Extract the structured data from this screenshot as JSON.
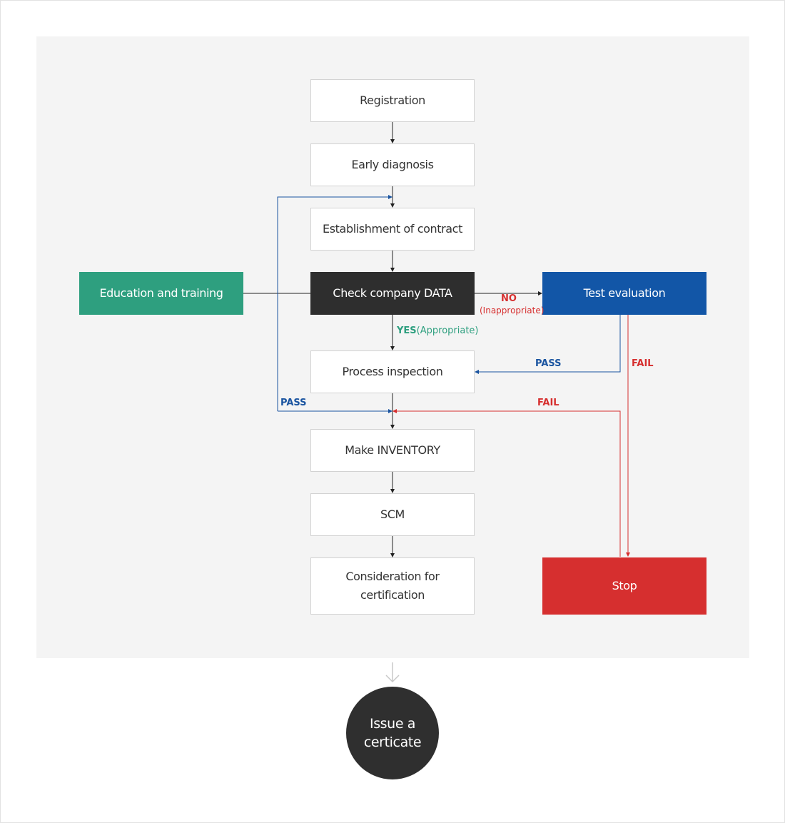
{
  "steps": {
    "registration": "Registration",
    "early_diagnosis": "Early diagnosis",
    "establishment": "Establishment of contract",
    "check_data": "Check company DATA",
    "process_inspection": "Process inspection",
    "make_inventory": "Make INVENTORY",
    "scm": "SCM",
    "consideration_line1": "Consideration for",
    "consideration_line2": "certification"
  },
  "side_boxes": {
    "education": "Education and training",
    "test_evaluation": "Test evaluation",
    "stop": "Stop"
  },
  "labels": {
    "no": "NO",
    "inappropriate": "(Inappropriate)",
    "yes": "YES",
    "appropriate": "(Appropriate)",
    "pass_right": "PASS",
    "fail_right": "FAIL",
    "pass_left": "PASS",
    "fail_mid": "FAIL"
  },
  "final": {
    "line1": "Issue a",
    "line2": "certicate"
  },
  "colors": {
    "panel_bg": "#f4f4f4",
    "dark": "#2e2e2e",
    "green": "#2e9f7f",
    "blue": "#1256a7",
    "red": "#d62f2f",
    "line": "#222222"
  }
}
